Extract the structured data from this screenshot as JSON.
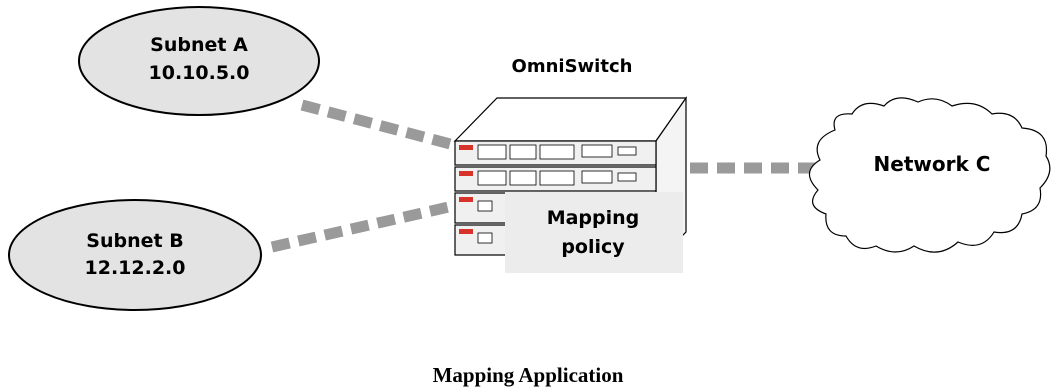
{
  "subnet_a": {
    "name": "Subnet A",
    "address": "10.10.5.0"
  },
  "subnet_b": {
    "name": "Subnet B",
    "address": "12.12.2.0"
  },
  "switch": {
    "label": "OmniSwitch"
  },
  "policy": {
    "line1": "Mapping",
    "line2": "policy"
  },
  "network_c": {
    "label": "Network C"
  },
  "caption": "Mapping Application",
  "colors": {
    "ellipse_fill": "#e3e3e3",
    "link_gray": "#9a9a9a",
    "policy_box": "#ececec",
    "switch_face": "#f0f0f0"
  }
}
